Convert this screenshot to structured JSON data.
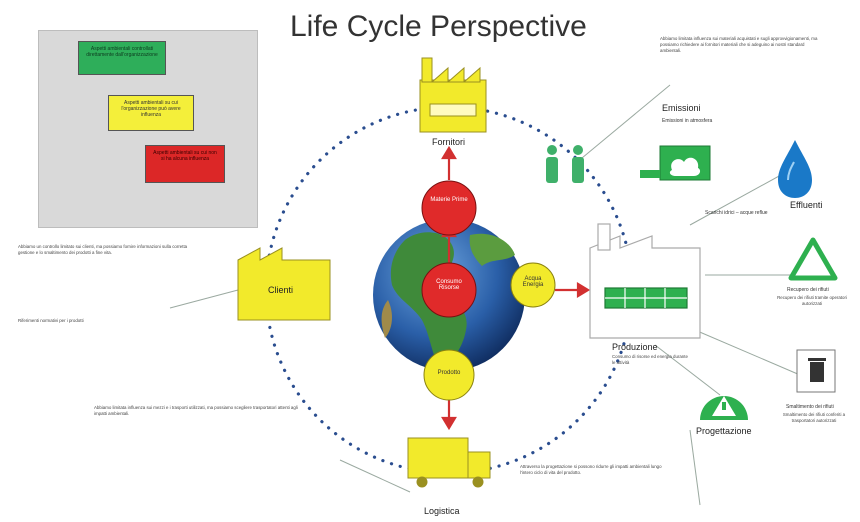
{
  "title": "Life Cycle Perspective",
  "legend": {
    "green": "Aspetti ambientali controllati direttamente dall'organizzazione",
    "yellow": "Aspetti ambientali su cui l'organizzazione può avere influenza",
    "red": "Aspetti ambientali su cui non si ha alcuna influenza"
  },
  "nodes": {
    "fornitori": "Fornitori",
    "clienti": "Clienti",
    "produzione": "Produzione",
    "logistica": "Logistica",
    "progettazione": "Progettazione",
    "emissioni": "Emissioni",
    "effluenti": "Effluenti",
    "recupero": "Recupero dei rifiuti",
    "smaltimento": "Smaltimento dei rifiuti"
  },
  "circles": {
    "materie_prime": "Materie Prime",
    "consumo_risorse": "Consumo Risorse",
    "acqua_energia": "Acqua Energia",
    "prodotto": "Prodotto"
  },
  "texts": {
    "suppliers_note": "Abbiamo limitata influenza sui materiali acquistati e sugli approvvigionamenti, ma possiamo richiedere ai fornitori materiali che si adeguino ai nostri standard ambientali.",
    "emissioni_detail": "Emissioni in atmosfera",
    "effluenti_detail": "Scarichi idrici – acque reflue",
    "recupero_detail": "Recupero dei rifiuti tramite operatori autorizzati",
    "produzione_detail": "Consumo di risorse ed energia durante le attività",
    "smaltimento_detail": "Smaltimento dei rifiuti conferiti a trasportatori autorizzati",
    "clienti_note": "Abbiamo un controllo limitato sui clienti, ma possiamo fornire informazioni sulla corretta gestione e lo smaltimento dei prodotti a fine vita.",
    "clienti_ref": "Riferimenti normativi per i prodotti",
    "logistica_note": "Abbiamo limitata influenza sui mezzi e i trasporti utilizzati, ma possiamo scegliere trasportatori attenti agli impatti ambientali.",
    "progettazione_note": "Attraverso la progettazione si possono ridurre gli impatti ambientali lungo l'intero ciclo di vita del prodotto."
  }
}
